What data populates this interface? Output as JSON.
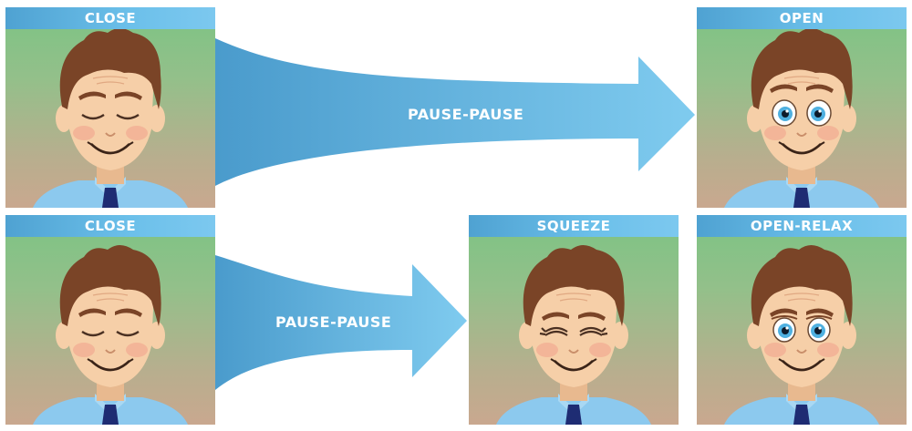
{
  "panels": {
    "close_top": {
      "label": "CLOSE",
      "eyes": "closed"
    },
    "open": {
      "label": "OPEN",
      "eyes": "open"
    },
    "close_bottom": {
      "label": "CLOSE",
      "eyes": "closed"
    },
    "squeeze": {
      "label": "SQUEEZE",
      "eyes": "squeezed"
    },
    "open_relax": {
      "label": "OPEN-RELAX",
      "eyes": "relaxed"
    }
  },
  "arrows": {
    "top": {
      "label": "PAUSE-PAUSE"
    },
    "bottom": {
      "label": "PAUSE-PAUSE"
    }
  },
  "colors": {
    "arrow_dark": "#4a9bcc",
    "arrow_light": "#7fcbef",
    "hair": "#7a4427",
    "skin": "#f6cfa8",
    "shirt": "#8cc9ee",
    "tie": "#1e2c73",
    "iris": "#4fb0e0"
  }
}
